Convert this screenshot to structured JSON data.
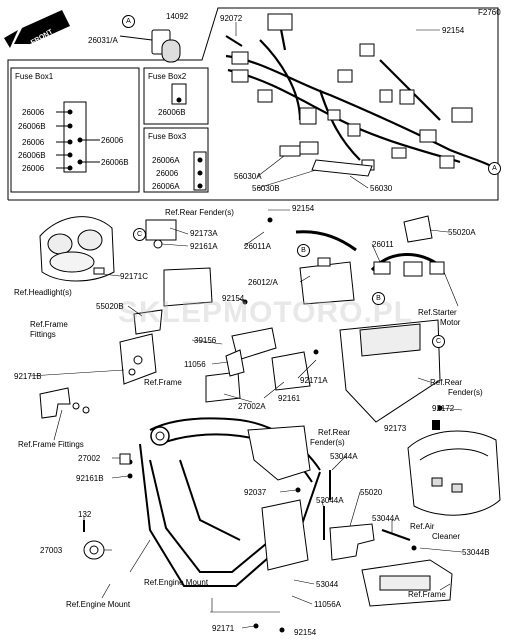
{
  "diagram_code": "F2760",
  "front_label": "FRONT",
  "callouts": {
    "a": "A",
    "b": "B",
    "c": "C"
  },
  "fuse_boxes": {
    "box1": {
      "title": "Fuse Box1",
      "left_labels": [
        "26006",
        "26006B",
        "26006",
        "26006B",
        "26006"
      ],
      "right_labels": [
        "26006",
        "26006B"
      ]
    },
    "box2": {
      "title": "Fuse Box2",
      "label": "26006B"
    },
    "box3": {
      "title": "Fuse Box3",
      "labels": [
        "26006A",
        "26006",
        "26006A"
      ]
    }
  },
  "labels": {
    "l14092": "14092",
    "l26031a": "26031/A",
    "l92072": "92072",
    "l92154_top": "92154",
    "l56030a": "56030A",
    "l56030b": "56030B",
    "l56030": "56030",
    "l92154_mid": "92154",
    "l26011a": "26011A",
    "l92173a": "92173A",
    "l92161a": "92161A",
    "l92171c": "92171C",
    "ref_rear_fender_top": "Ref.Rear Fender(s)",
    "ref_headlights": "Ref.Headlight(s)",
    "l26011": "26011",
    "l55020a": "55020A",
    "l26012a": "26012/A",
    "ref_starter_motor_1": "Ref.Starter",
    "ref_starter_motor_2": "Motor",
    "l55020b": "55020B",
    "ref_frame_fittings_top_1": "Ref.Frame",
    "ref_frame_fittings_top_2": "Fittings",
    "l92154_left": "92154",
    "l39156": "39156",
    "l11056": "11056",
    "l92171b": "92171B",
    "ref_frame_mid": "Ref.Frame",
    "l92171a": "92171A",
    "l27002a": "27002A",
    "l92161": "92161",
    "ref_rear_fender_right_1": "Ref.Rear",
    "ref_rear_fender_right_2": "Fender(s)",
    "l92172": "92172",
    "ref_frame_fittings_bot": "Ref.Frame Fittings",
    "ref_rear_fender_center_1": "Ref.Rear",
    "ref_rear_fender_center_2": "Fender(s)",
    "l92173": "92173",
    "l27002": "27002",
    "l53044a_1": "53044A",
    "l92161b": "92161B",
    "l92037": "92037",
    "l53044a_2": "53044A",
    "l55020": "55020",
    "l132": "132",
    "l53044a_3": "53044A",
    "ref_air_cleaner_1": "Ref.Air",
    "ref_air_cleaner_2": "Cleaner",
    "l27003": "27003",
    "l53044b": "53044B",
    "ref_engine_mount_mid": "Ref.Engine Mount",
    "ref_frame_bot": "Ref.Frame",
    "ref_engine_mount_bot": "Ref.Engine Mount",
    "l53044": "53044",
    "l11056a": "11056A",
    "l92171": "92171",
    "l92154_bot": "92154"
  }
}
